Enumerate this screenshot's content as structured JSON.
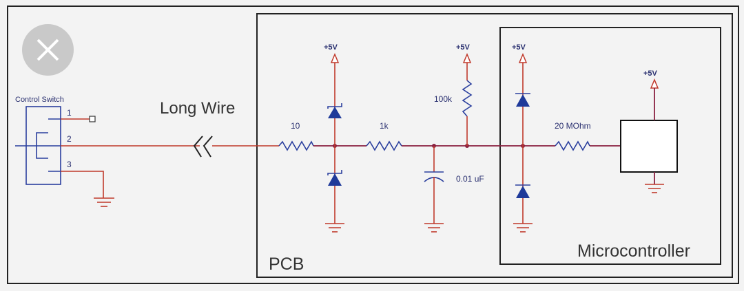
{
  "diagram": {
    "switch_label": "Control Switch",
    "pins": [
      "1",
      "2",
      "3"
    ],
    "long_wire_label": "Long Wire",
    "pcb_label": "PCB",
    "microcontroller_label": "Microcontroller",
    "supply_label": "+5V",
    "r_series_label": "10",
    "r_filter_label": "1k",
    "r_pullup_label": "100k",
    "cap_label": "0.01 uF",
    "r_input_label": "20 MOhm"
  },
  "colors": {
    "wire": "#c0392b",
    "component": "#2a3f9e",
    "close_button": "#c9c9c9"
  },
  "close_button": {
    "icon": "close-icon"
  }
}
